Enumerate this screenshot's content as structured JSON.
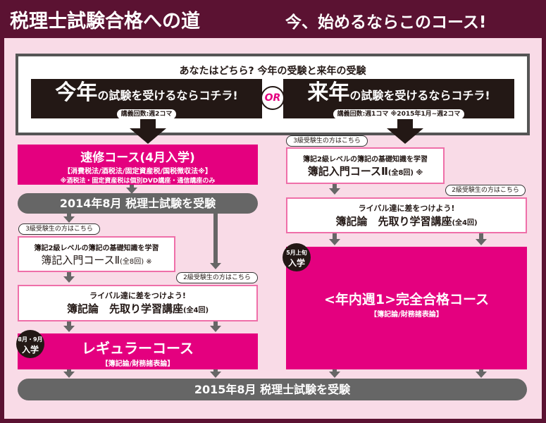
{
  "header": {
    "title": "税理士試験合格への道",
    "subtitle": "今、始めるならこのコース!"
  },
  "question": "あなたはどちら? 今年の受験と来年の受験",
  "this_year": {
    "big": "今年",
    "rest": "の試験を受けるならコチラ!",
    "note": "講義回数:週2コマ"
  },
  "or_label": "OR",
  "next_year": {
    "big": "来年",
    "rest": "の試験を受けるならコチラ!",
    "note": "講義回数:週1コマ ※2015年1月~週2コマ"
  },
  "left": {
    "sokushu": {
      "title": "速修コース(4月入学)",
      "subjects": "【消費税法/酒税法/固定資産税/国税徴収法※】",
      "note": "※酒税法・固定資産税は個別DVD講座・通信講座のみ"
    },
    "exam2014": "2014年8月 税理士試験を受験",
    "tab3": "3級受験生の方はこちら",
    "intro": {
      "line1": "簿記2級レベルの簿記の基礎知識を学習",
      "line2": "簿記入門コースⅡ",
      "count": "(全8回) ※"
    },
    "tab2": "2級受験生の方はこちら",
    "rival": {
      "line1": "ライバル達に差をつけよう!",
      "line2": "簿記論　先取り学習講座",
      "count": "(全4回)"
    },
    "badge": {
      "small": "8月・9月",
      "large": "入学"
    },
    "regular": {
      "title": "レギュラーコース",
      "subjects": "【簿記論/財務諸表論】"
    }
  },
  "right": {
    "tab3": "3級受験生の方はこちら",
    "intro": {
      "line1": "簿記2級レベルの簿記の基礎知識を学習",
      "line2": "簿記入門コースⅡ",
      "count": "(全8回) ※"
    },
    "tab2": "2級受験生の方はこちら",
    "rival": {
      "line1": "ライバル達に差をつけよう!",
      "line2": "簿記論　先取り学習講座",
      "count": "(全4回)"
    },
    "badge": {
      "small": "5月上旬",
      "large": "入学"
    },
    "complete": {
      "title": "<年内週1>完全合格コース",
      "subjects": "【簿記論/財務諸表論】"
    }
  },
  "exam2015": "2015年8月 税理士試験を受験"
}
